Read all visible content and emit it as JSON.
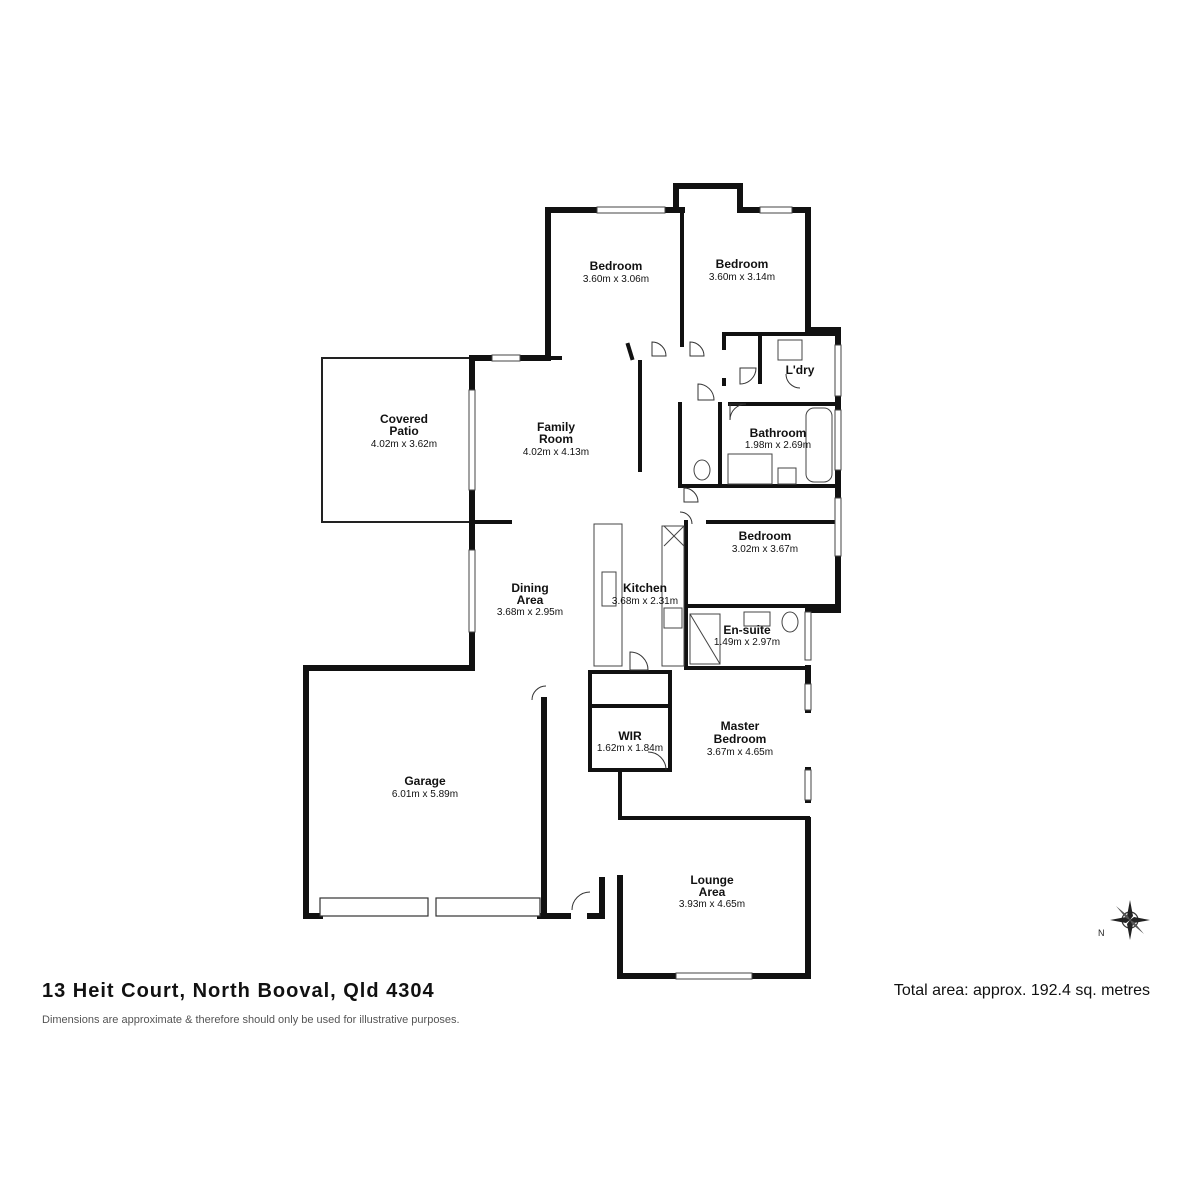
{
  "address": "13 Heit Court, North Booval, Qld 4304",
  "disclaimer": "Dimensions are approximate & therefore should only be used for illustrative purposes.",
  "total_area": "Total area: approx. 192.4 sq. metres",
  "compass": {
    "north_label": "N"
  },
  "rooms": {
    "bedroom_nw": {
      "name": "Bedroom",
      "dims": "3.60m x 3.06m"
    },
    "bedroom_ne": {
      "name": "Bedroom",
      "dims": "3.60m x 3.14m"
    },
    "laundry": {
      "name": "L'dry"
    },
    "covered_patio": {
      "name_line1": "Covered",
      "name_line2": "Patio",
      "dims": "4.02m x 3.62m"
    },
    "family_room": {
      "name_line1": "Family",
      "name_line2": "Room",
      "dims": "4.02m x 4.13m"
    },
    "bathroom": {
      "name": "Bathroom",
      "dims": "1.98m x 2.69m"
    },
    "bedroom_e": {
      "name": "Bedroom",
      "dims": "3.02m x 3.67m"
    },
    "dining_area": {
      "name_line1": "Dining",
      "name_line2": "Area",
      "dims": "3.68m x 2.95m"
    },
    "kitchen": {
      "name": "Kitchen",
      "dims": "3.68m x 2.31m"
    },
    "ensuite": {
      "name": "En-suite",
      "dims": "1.49m x 2.97m"
    },
    "wir": {
      "name": "WIR",
      "dims": "1.62m x 1.84m"
    },
    "master_bedroom": {
      "name_line1": "Master",
      "name_line2": "Bedroom",
      "dims": "3.67m x 4.65m"
    },
    "garage": {
      "name": "Garage",
      "dims": "6.01m x 5.89m"
    },
    "lounge_area": {
      "name_line1": "Lounge",
      "name_line2": "Area",
      "dims": "3.93m x 4.65m"
    }
  }
}
